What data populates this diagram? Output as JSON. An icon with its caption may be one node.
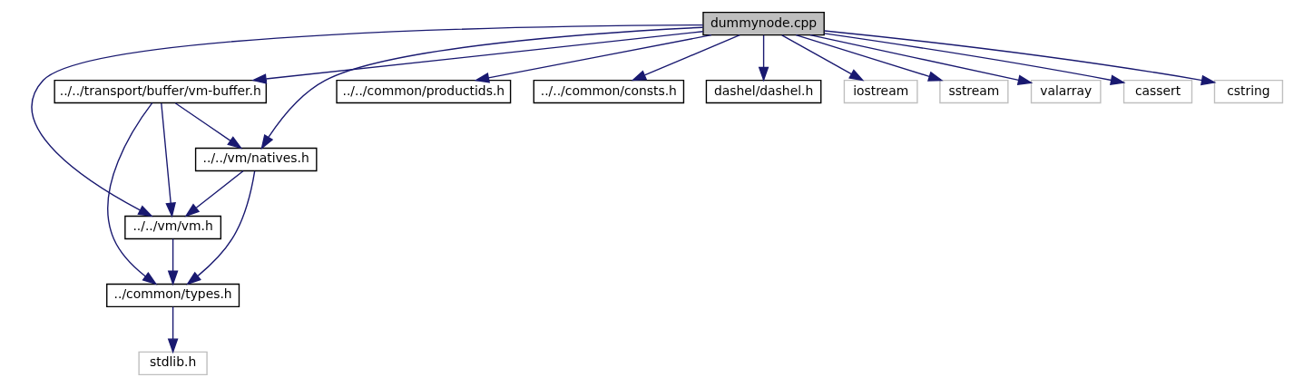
{
  "diagram": {
    "nodes": [
      {
        "text": [
          "dummynode.cpp"
        ]
      },
      {
        "text": [
          "../../transport/buffer/vm-buffer.h"
        ]
      },
      {
        "text": [
          "../../common/productids.h"
        ]
      },
      {
        "text": [
          "../../common/consts.h"
        ]
      },
      {
        "text": [
          "dashel/dashel.h"
        ]
      },
      {
        "text": [
          "iostream"
        ]
      },
      {
        "text": [
          "sstream"
        ]
      },
      {
        "text": [
          "valarray"
        ]
      },
      {
        "text": [
          "cassert"
        ]
      },
      {
        "text": [
          "cstring"
        ]
      },
      {
        "text": [
          "../../vm/natives.h"
        ]
      },
      {
        "text": [
          "../../vm/vm.h"
        ]
      },
      {
        "text": [
          "../common/types.h"
        ]
      },
      {
        "text": [
          "stdlib.h"
        ]
      }
    ],
    "edges": [
      {
        "from": 0,
        "to": 10,
        "arrow": "to"
      },
      {
        "from": 0,
        "to": 11,
        "arrow": "to"
      },
      {
        "from": 0,
        "to": 1,
        "arrow": "to"
      },
      {
        "from": 0,
        "to": 2,
        "arrow": "to"
      },
      {
        "from": 0,
        "to": 3,
        "arrow": "to"
      },
      {
        "from": 0,
        "to": 4,
        "arrow": "to"
      },
      {
        "from": 0,
        "to": 5,
        "arrow": "to"
      },
      {
        "from": 0,
        "to": 6,
        "arrow": "to"
      },
      {
        "from": 0,
        "to": 7,
        "arrow": "to"
      },
      {
        "from": 0,
        "to": 8,
        "arrow": "to"
      },
      {
        "from": 0,
        "to": 9,
        "arrow": "to"
      },
      {
        "from": 1,
        "to": 10,
        "arrow": "to"
      },
      {
        "from": 1,
        "to": 11,
        "arrow": "to"
      },
      {
        "from": 1,
        "to": 12,
        "arrow": "to"
      },
      {
        "from": 10,
        "to": 11,
        "arrow": "to"
      },
      {
        "from": 10,
        "to": 12,
        "arrow": "to"
      },
      {
        "from": 11,
        "to": 12,
        "arrow": "to"
      },
      {
        "from": 12,
        "to": 13,
        "arrow": "to"
      }
    ]
  }
}
